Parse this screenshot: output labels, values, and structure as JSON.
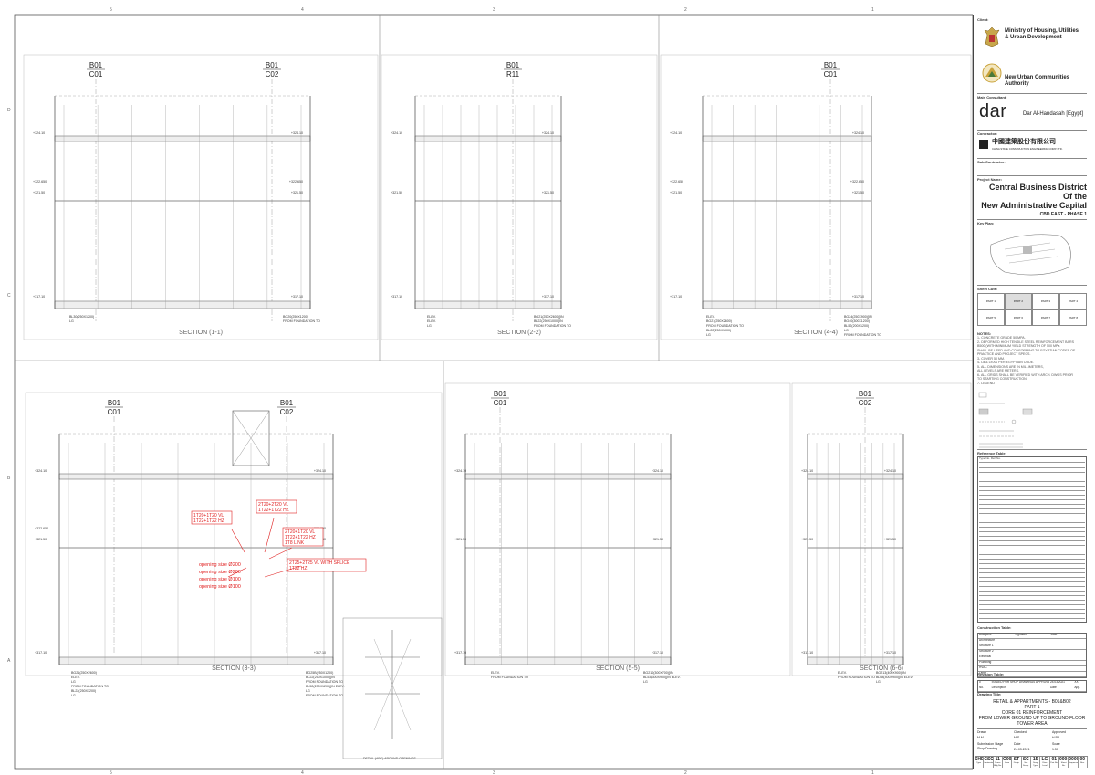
{
  "sections": [
    {
      "id": "s1",
      "title": "SECTION (1-1)",
      "grid": [
        {
          "top": "B01",
          "bottom": "C01"
        },
        {
          "top": "B01",
          "bottom": "C02"
        }
      ],
      "levels": [
        "+324.10",
        "+322.650",
        "+321.50",
        "+317.10"
      ],
      "callouts": [
        "BG20(250X1200)",
        "BL30(250X1200)",
        "FROM FOUNDATION TO",
        "LG"
      ]
    },
    {
      "id": "s2",
      "title": "SECTION (2-2)",
      "grid": [
        {
          "top": "B01",
          "bottom": "R11"
        }
      ],
      "levels": [
        "+324.10",
        "+321.50",
        "+317.10"
      ],
      "callouts": [
        "BG21(250X2600)[IN",
        "ELEV.",
        "BL22(250X1000)[IN",
        "ELEV.",
        "FROM FOUNDATION TO",
        "LG"
      ]
    },
    {
      "id": "s4",
      "title": "SECTION (4-4)",
      "grid": [
        {
          "top": "B01",
          "bottom": "C01"
        }
      ],
      "levels": [
        "+324.10",
        "+322.650",
        "+321.50",
        "+317.10"
      ],
      "callouts": [
        "BG24(250X900)[IN",
        "ELEV.",
        "BG40(300X1200)",
        "BG21(250X2600)",
        "BL52(200X1200)",
        "FROM FOUNDATION TO",
        "LG",
        "BL22(250X1000)",
        "FROM FOUNDATION TO",
        "LG"
      ]
    },
    {
      "id": "s3",
      "title": "SECTION (3-3)",
      "grid": [
        {
          "top": "B01",
          "bottom": "C01"
        },
        {
          "top": "B01",
          "bottom": "C02"
        }
      ],
      "levels": [
        "+324.10",
        "+322.650",
        "+321.50",
        "+317.10"
      ],
      "callouts": [
        "BG25B(250X1200)",
        "BG21(250X2600)",
        "BL22(250X1000)[IN",
        "ELEV.",
        "FROM FOUNDATION TO",
        "LG",
        "BL52(200X1200)[IN ELEV.",
        "FROM FOUNDATION TO",
        "LG",
        "BL22(250X1200)",
        "FROM FOUNDATION TO",
        "LG"
      ]
    },
    {
      "id": "s5",
      "title": "SECTION (5-5)",
      "grid": [
        {
          "top": "B01",
          "bottom": "C01"
        }
      ],
      "levels": [
        "+324.10",
        "+321.50",
        "+317.10"
      ],
      "callouts": [
        "BG210(300X700)[IN",
        "ELEV.",
        "BL53(300X900)[IN ELEV.",
        "FROM FOUNDATION TO",
        "LG"
      ]
    },
    {
      "id": "s6",
      "title": "SECTION (6-6)",
      "grid": [
        {
          "top": "B01",
          "bottom": "C02"
        }
      ],
      "levels": [
        "+324.10",
        "+321.50",
        "+317.10"
      ],
      "callouts": [
        "BG213(400X900)[IN",
        "ELEV.",
        "BL68(400X900)[IN ELEV.",
        "FROM FOUNDATION TO",
        "LG"
      ]
    }
  ],
  "red_notes": {
    "a": [
      "1T20+1T20 VL",
      "1T22+1T22 HZ"
    ],
    "b": [
      "2T20+2T20 VL",
      "1T22+1T22 HZ"
    ],
    "c": [
      "2T20+1T20 VL",
      "1T22+1T22 HZ",
      "1T8 LINK"
    ],
    "d": [
      "2T25+2T25 VL WITH SPLICE",
      "1T22 HZ"
    ],
    "openings": [
      "opening size  Ø200",
      "opening size  Ø200",
      "opening size  Ø100",
      "opening size  Ø100"
    ]
  },
  "detail_caption": "DETAIL (ABC) AROUND OPENINGS",
  "title_block": {
    "client_label": "Client:",
    "client1": [
      "Ministry of Housing, Utilities",
      "& Urban Development"
    ],
    "client2": [
      "New Urban Communities",
      "Authority"
    ],
    "consultant_label": "Main Consultant:",
    "consultant_logo": "dar",
    "consultant_name": "Dar Al-Handasah [Egypt]",
    "contractor_label": "Contractor:",
    "contractor_cn": "中國建築股份有限公司",
    "contractor_en": "CHINA STATE CONSTRUCTION ENGINEERING CORP. LTD.",
    "subcontractor_label": "Sub-Contractor:",
    "project_label": "Project Name:",
    "project": [
      "Central Business District",
      "Of the",
      "New Administrative Capital"
    ],
    "phase": "CBD EAST - PHASE 1",
    "keyplan_label": "Key Plan:",
    "sheetcuts_label": "Sheet Cuts:",
    "sheetcuts": [
      "PART 1",
      "PART 2",
      "PART 3",
      "PART 4",
      "PART 5",
      "PART 6",
      "PART 7",
      "PART 8"
    ],
    "notes_label": "NOTES:",
    "notes": [
      "1- CONCRETE GRADE 50 MPA.",
      "2- DEFORMED HIGH TENSILE STEEL REINFORCEMENT BARS",
      "B500 (WITH MINIMUM YIELD STRENGTH OF 500 MPa",
      "SHALL BE USED AND CONFORMING TO EGYPTIAN CODES OF",
      "PRACTICE AND PROJECT SPECS.",
      "3- COVER 50 MM.",
      "4- Ld & Lb AS PER EGYPTIAN CODE.",
      "5- ALL DIMENSIONS ARE IN MILLIMETERS,",
      "   ALL LEVELS ARE METERS.",
      "6- ALL GRIDS SHALL BE VERIFIED WITH ARCH. DWGS PRIOR",
      "   TO STARTING CONSTRUCTION.",
      "7- LEGEND :"
    ],
    "reference_label": "Reference Table:",
    "reference_header": [
      "Type",
      "No.",
      "Ref. No.",
      ""
    ],
    "reference_rows": 34,
    "construction_label": "Construction Table:",
    "construction_header": [
      "Discipline",
      "Signature",
      "Date"
    ],
    "construction_rows": [
      "Architecture",
      "Structure 1",
      "Structure 2",
      "Electrical",
      "Plumbing",
      "HVAC",
      "Other"
    ],
    "revision_label": "Revision Table:",
    "revision_row": [
      "0",
      "ISSUED FOR SHOP DRAWINGS APPROVAL",
      "24.03.2021",
      "XX"
    ],
    "revision_header": [
      "No.",
      "Description",
      "Date",
      "App."
    ],
    "drawing_title_label": "Drawing Title:",
    "drawing_title": [
      "RETAIL & APPARTMENTS - B01&B02",
      "PART 1",
      "CORE 01 REINFORCEMENT",
      "FROM LOWER GROUND UP TO GROUND FLOOR",
      "TOWER AREA"
    ],
    "drawn_label": "Drawn",
    "checked_label": "Checked",
    "approved_label": "Approved",
    "drawn": "M.M",
    "checked": "M.S",
    "approved": "H.RA",
    "stage_label": "Submission Stage",
    "stage": "Shop Drawing",
    "date_label": "Date",
    "date": "24.03.2021",
    "scale_label": "Scale",
    "scale": "1:50",
    "code": [
      "SHD",
      "CSCEC",
      "11",
      "G00",
      "ST",
      "SC",
      "15",
      "LG",
      "01",
      "0004",
      "0000",
      "00"
    ],
    "code_labels": [
      "Type",
      "Contractor",
      "Phase Bldg No.",
      "Zone",
      "Discip.",
      "Sub Discip.",
      "Drwg Type",
      "Floor Level",
      "Part No.",
      "Sheet No.",
      "Sequence",
      "Rev."
    ]
  }
}
